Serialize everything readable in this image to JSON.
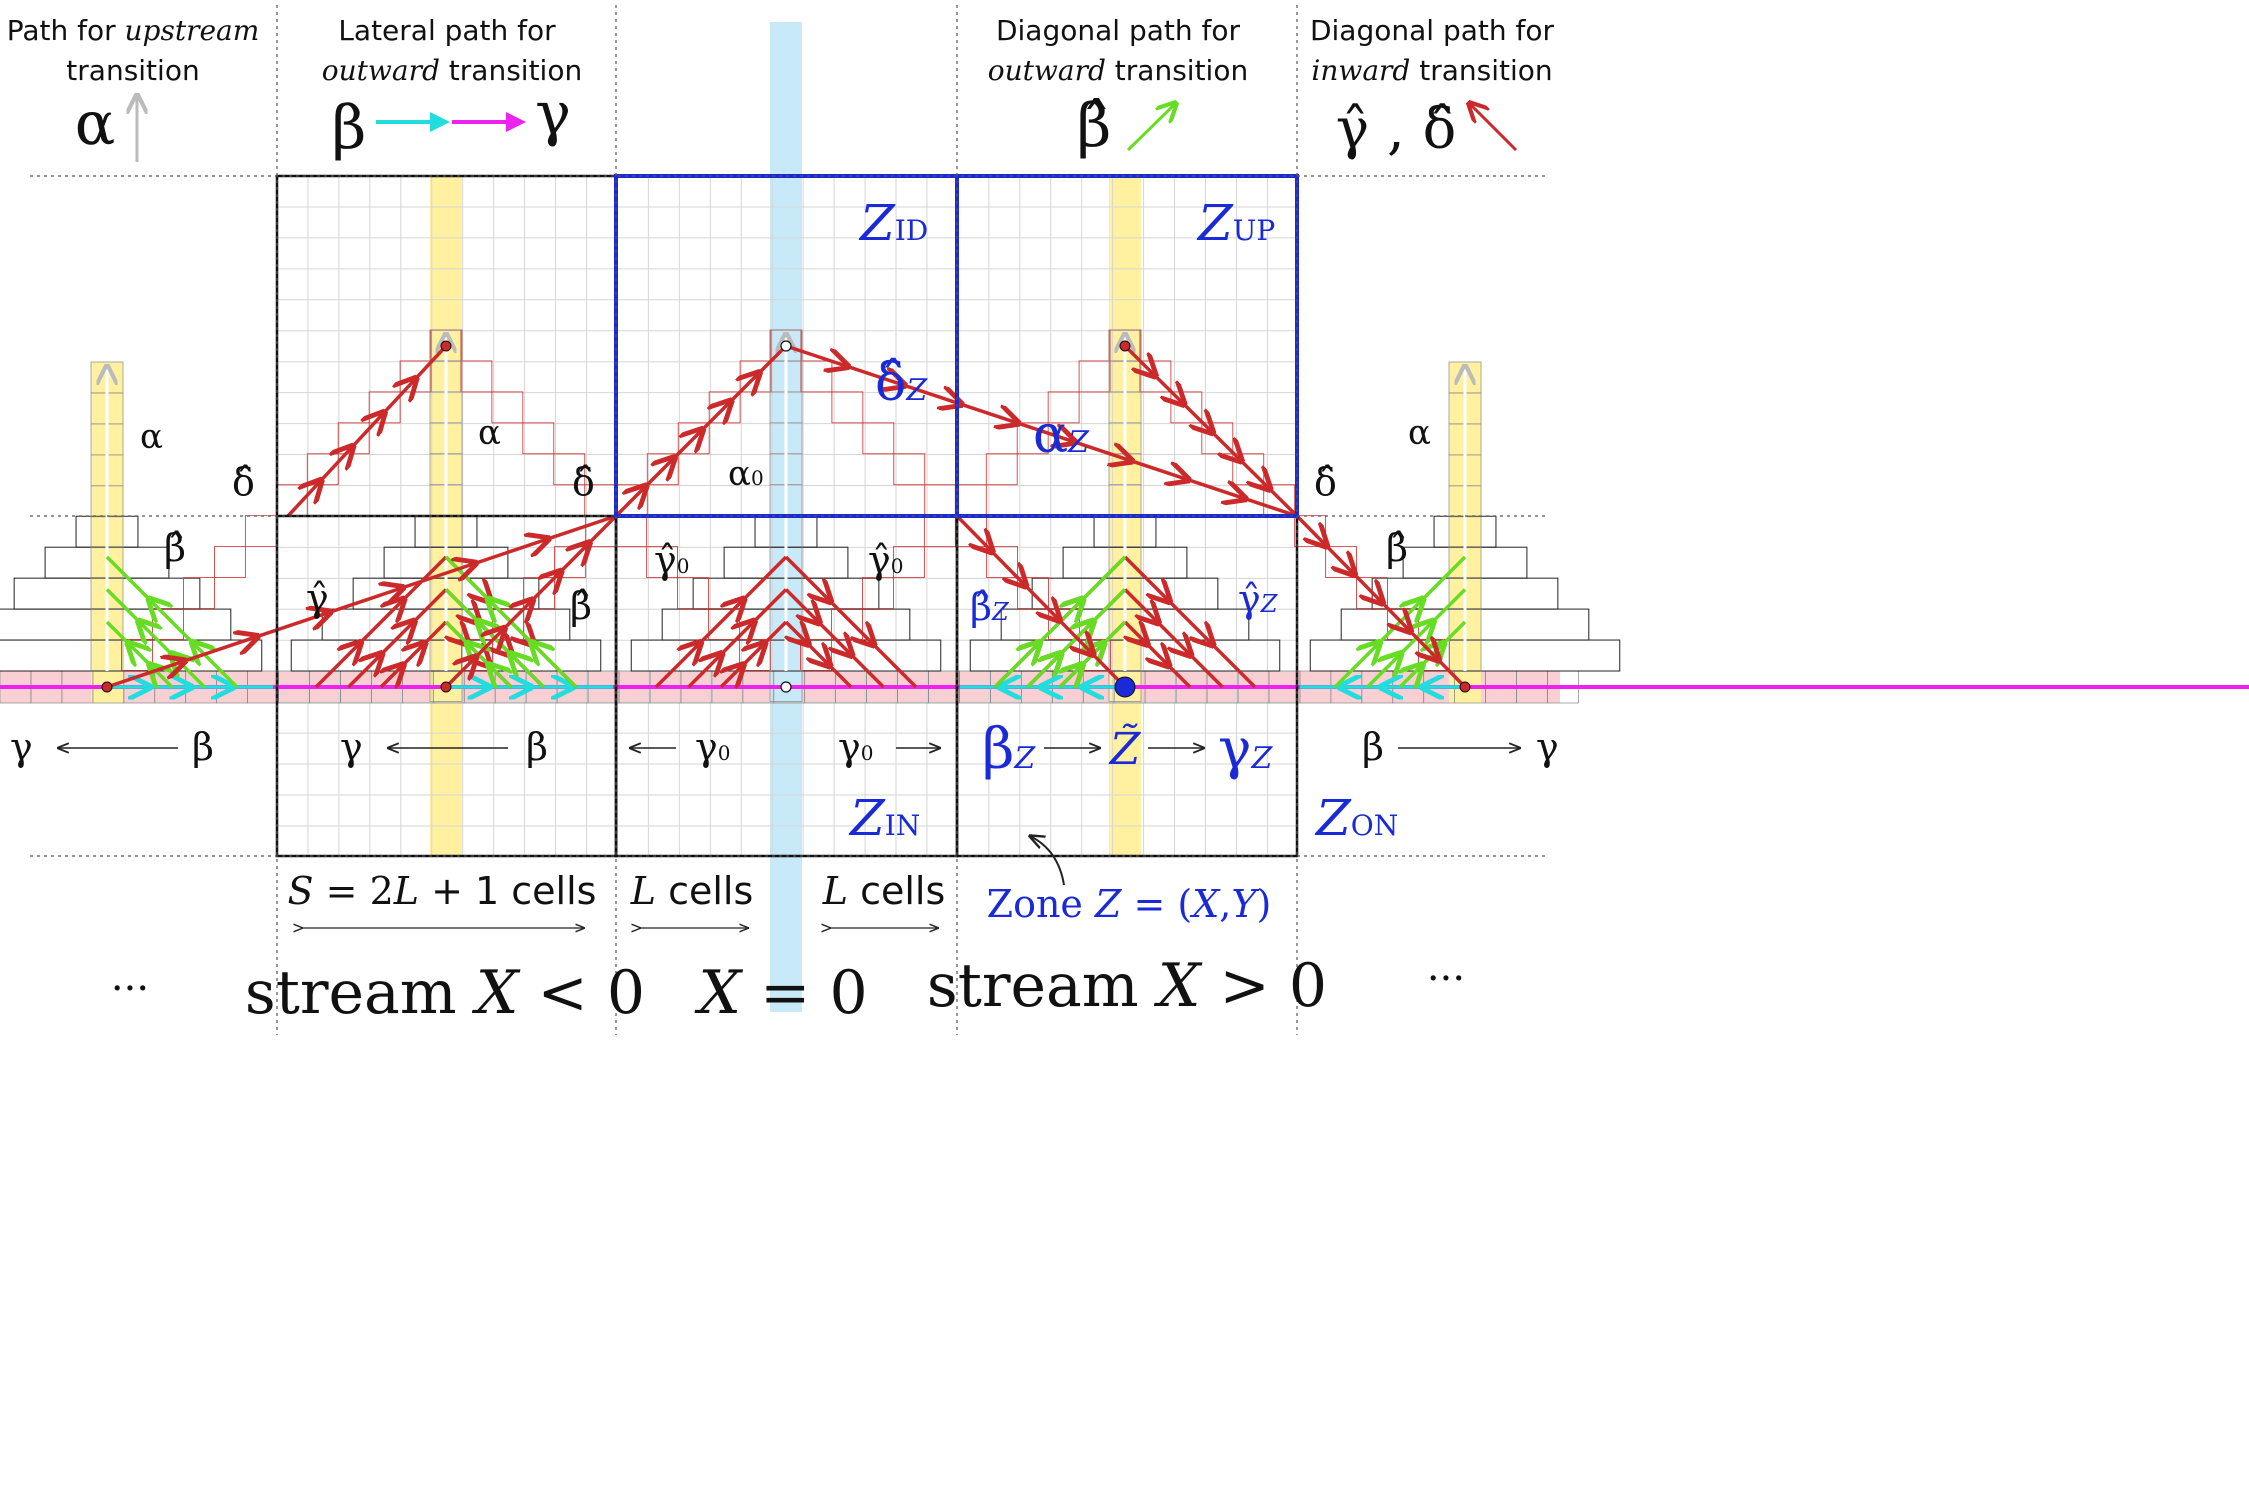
{
  "headers": {
    "col1": {
      "line1_a": "Path for ",
      "line1_b": "upstream",
      "line2": "transition",
      "symbol": "α"
    },
    "col2": {
      "line1": "Lateral path for",
      "line2_a": "outward",
      "line2_b": "  transition",
      "sym_left": "β",
      "sym_right": "γ"
    },
    "col4": {
      "line1": "Diagonal path for",
      "line2_a": "outward",
      "line2_b": " transition",
      "symbol": "β̂"
    },
    "col5": {
      "line1": "Diagonal path for",
      "line2_a": "inward",
      "line2_b": " transition",
      "symbol": "γ̂ , δ̂"
    }
  },
  "zones": {
    "id": {
      "main": "Z",
      "sub": "ID"
    },
    "up": {
      "main": "Z",
      "sub": "UP"
    },
    "in": {
      "main": "Z",
      "sub": "IN"
    },
    "on": {
      "main": "Z",
      "sub": "ON"
    }
  },
  "labels": {
    "alpha": "α",
    "delta_hat": "δ̂",
    "beta_hat": "β̂",
    "gamma_hat": "γ̂",
    "alpha0": "α",
    "zero": "0",
    "gamma_hat0": "γ̂",
    "delta_hatZ": "δ̂",
    "alphaZ": "α",
    "beta_hatZ": "β̂",
    "gamma_hatZ": "γ̂",
    "Zsub": "Z",
    "beta": "β",
    "gamma": "γ",
    "gamma0": "γ",
    "betaZ": "β",
    "gammaZ": "γ",
    "ztilde": "Z̃"
  },
  "bottom": {
    "s_cells_a": "S",
    "s_cells_b": " = 2",
    "s_cells_c": "L",
    "s_cells_d": " + 1 cells",
    "l_cells_a": "L",
    "l_cells_b": " cells",
    "zone_a": "Zone ",
    "zone_b": "Z",
    "zone_c": " = (",
    "zone_d": "X",
    "zone_e": ",",
    "zone_f": "Y",
    "zone_g": ")",
    "ellipsis": "···",
    "stream_neg_a": "stream ",
    "stream_neg_b": "X",
    "stream_neg_c": " < 0",
    "x0_a": "X",
    "x0_b": " = 0",
    "stream_pos_a": "stream ",
    "stream_pos_b": "X",
    "stream_pos_c": " > 0"
  },
  "colors": {
    "red": "#cc2a2a",
    "green": "#66dd22",
    "cyan": "#22dddd",
    "magenta": "#ee22ee",
    "blue": "#1a2ad6",
    "yellow": "#fff1a0",
    "lightblue": "#c8e9f7",
    "pink": "#f8cfd3"
  }
}
